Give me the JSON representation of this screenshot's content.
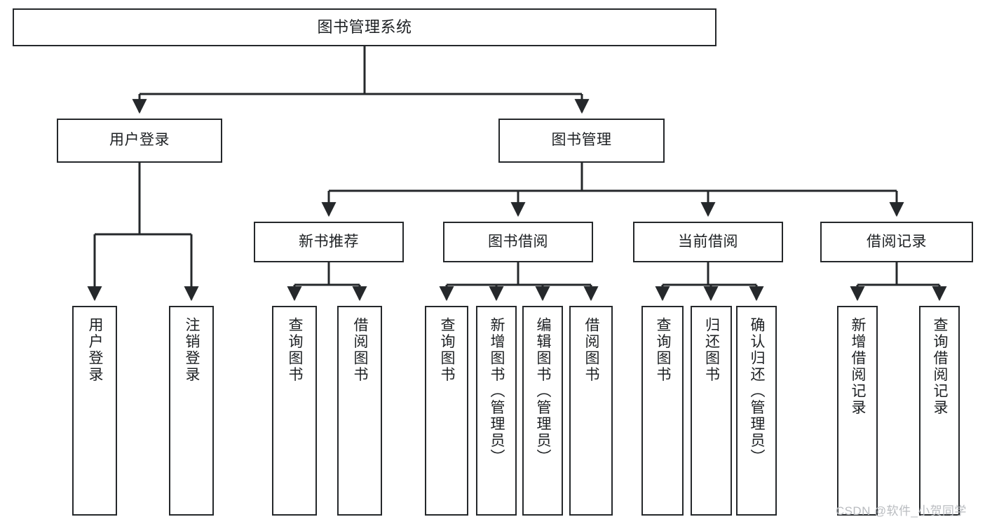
{
  "diagram": {
    "title": "图书管理系统",
    "type": "tree-hierarchy-chart",
    "watermark": "CSDN @软件_小贺同学",
    "colors": {
      "stroke": "#25282b",
      "fill": "#ffffff",
      "text": "#1d2023",
      "watermark": "#b9bcc0"
    },
    "levels": {
      "root": {
        "label": "图书管理系统"
      },
      "level2": [
        {
          "id": "user-login",
          "label": "用户登录"
        },
        {
          "id": "book-management",
          "label": "图书管理"
        }
      ],
      "level3": [
        {
          "id": "new-book-recommend",
          "label": "新书推荐"
        },
        {
          "id": "book-borrow",
          "label": "图书借阅"
        },
        {
          "id": "current-borrow",
          "label": "当前借阅"
        },
        {
          "id": "borrow-record",
          "label": "借阅记录"
        }
      ],
      "leaves": {
        "user_login": [
          {
            "id": "leaf-user-login",
            "label": "用户登录"
          },
          {
            "id": "leaf-logout-login",
            "label": "注销登录"
          }
        ],
        "new_book_recommend": [
          {
            "id": "leaf-query-book-1",
            "label": "查询图书"
          },
          {
            "id": "leaf-borrow-book-1",
            "label": "借阅图书"
          }
        ],
        "book_borrow": [
          {
            "id": "leaf-query-book-2",
            "label": "查询图书"
          },
          {
            "id": "leaf-add-book",
            "label": "新增图书（管理员）"
          },
          {
            "id": "leaf-edit-book",
            "label": "编辑图书（管理员）"
          },
          {
            "id": "leaf-borrow-book-2",
            "label": "借阅图书"
          }
        ],
        "current_borrow": [
          {
            "id": "leaf-query-book-3",
            "label": "查询图书"
          },
          {
            "id": "leaf-return-book",
            "label": "归还图书"
          },
          {
            "id": "leaf-confirm-return",
            "label": "确认归还（管理员）"
          }
        ],
        "borrow_record": [
          {
            "id": "leaf-add-record",
            "label": "新增借阅记录"
          },
          {
            "id": "leaf-query-record",
            "label": "查询借阅记录"
          }
        ]
      }
    }
  }
}
